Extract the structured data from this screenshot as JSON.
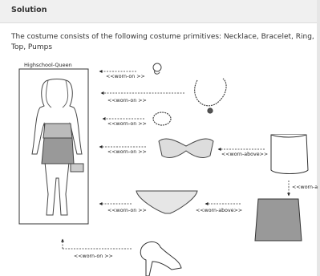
{
  "header": {
    "title": "Solution"
  },
  "paragraph": {
    "line1": "The costume consists of the following costume primitives: Necklace, Bracelet, Ring,",
    "line2": "Top, Pumps"
  },
  "figure": {
    "character_label": "Highschool-Queen",
    "relation_worn_on": "<<worn-on >>",
    "relation_worn_above": "<<worn-above>>",
    "relation_worn_above_cut": "<<worn-a"
  }
}
